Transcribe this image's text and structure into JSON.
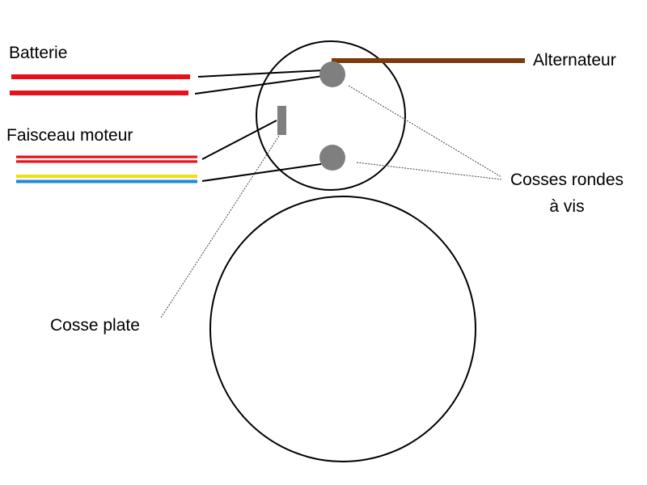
{
  "labels": {
    "battery": "Batterie",
    "alternator": "Alternateur",
    "engine_harness": "Faisceau moteur",
    "round_terminals_line1": "Cosses rondes",
    "round_terminals_line2": "à vis",
    "flat_terminal": "Cosse plate"
  },
  "colors": {
    "outline": "#000000",
    "battery_cable": "#e8101a",
    "alternator_cable": "#7b3b0d",
    "harness_red": "#e8101a",
    "harness_yellow": "#f0e010",
    "harness_blue": "#1e8ad6",
    "terminal": "#7f7f7f",
    "leader_line": "#444444"
  }
}
